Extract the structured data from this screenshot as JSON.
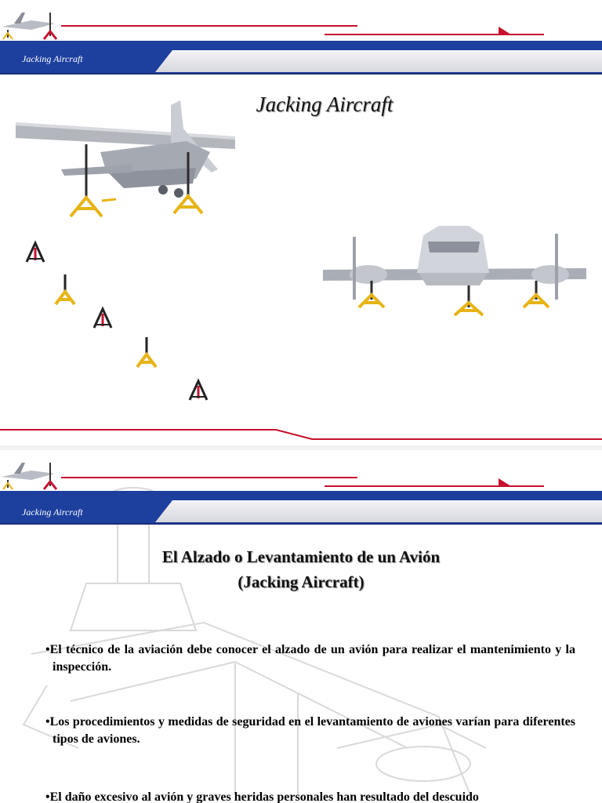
{
  "slides": [
    {
      "header": {
        "band_title": "Jacking Aircraft"
      },
      "title": "Jacking Aircraft"
    },
    {
      "header": {
        "band_title": "Jacking Aircraft"
      },
      "title_line1": "El Alzado o Levantamiento de un Avión",
      "title_line2": "(Jacking Aircraft)",
      "bullets": [
        "•El técnico de la aviación debe conocer el alzado de un avión para realizar el mantenimiento y la inspección.",
        "•Los procedimientos y medidas de seguridad en el levantamiento de aviones varían para diferentes tipos de aviones.",
        "•El daño excesivo al avión y graves heridas personales han resultado del descuido"
      ]
    }
  ],
  "colors": {
    "band_blue": "#1d3f9e",
    "accent_red": "#c8102e",
    "jack_yellow": "#e7b417",
    "silver_bar": "#e8e8ec"
  },
  "icons": [
    "high-wing-plane-on-jacks-image",
    "twin-engine-plane-on-jacks-image",
    "tripod-jack-icon",
    "jack-stand-icon"
  ]
}
